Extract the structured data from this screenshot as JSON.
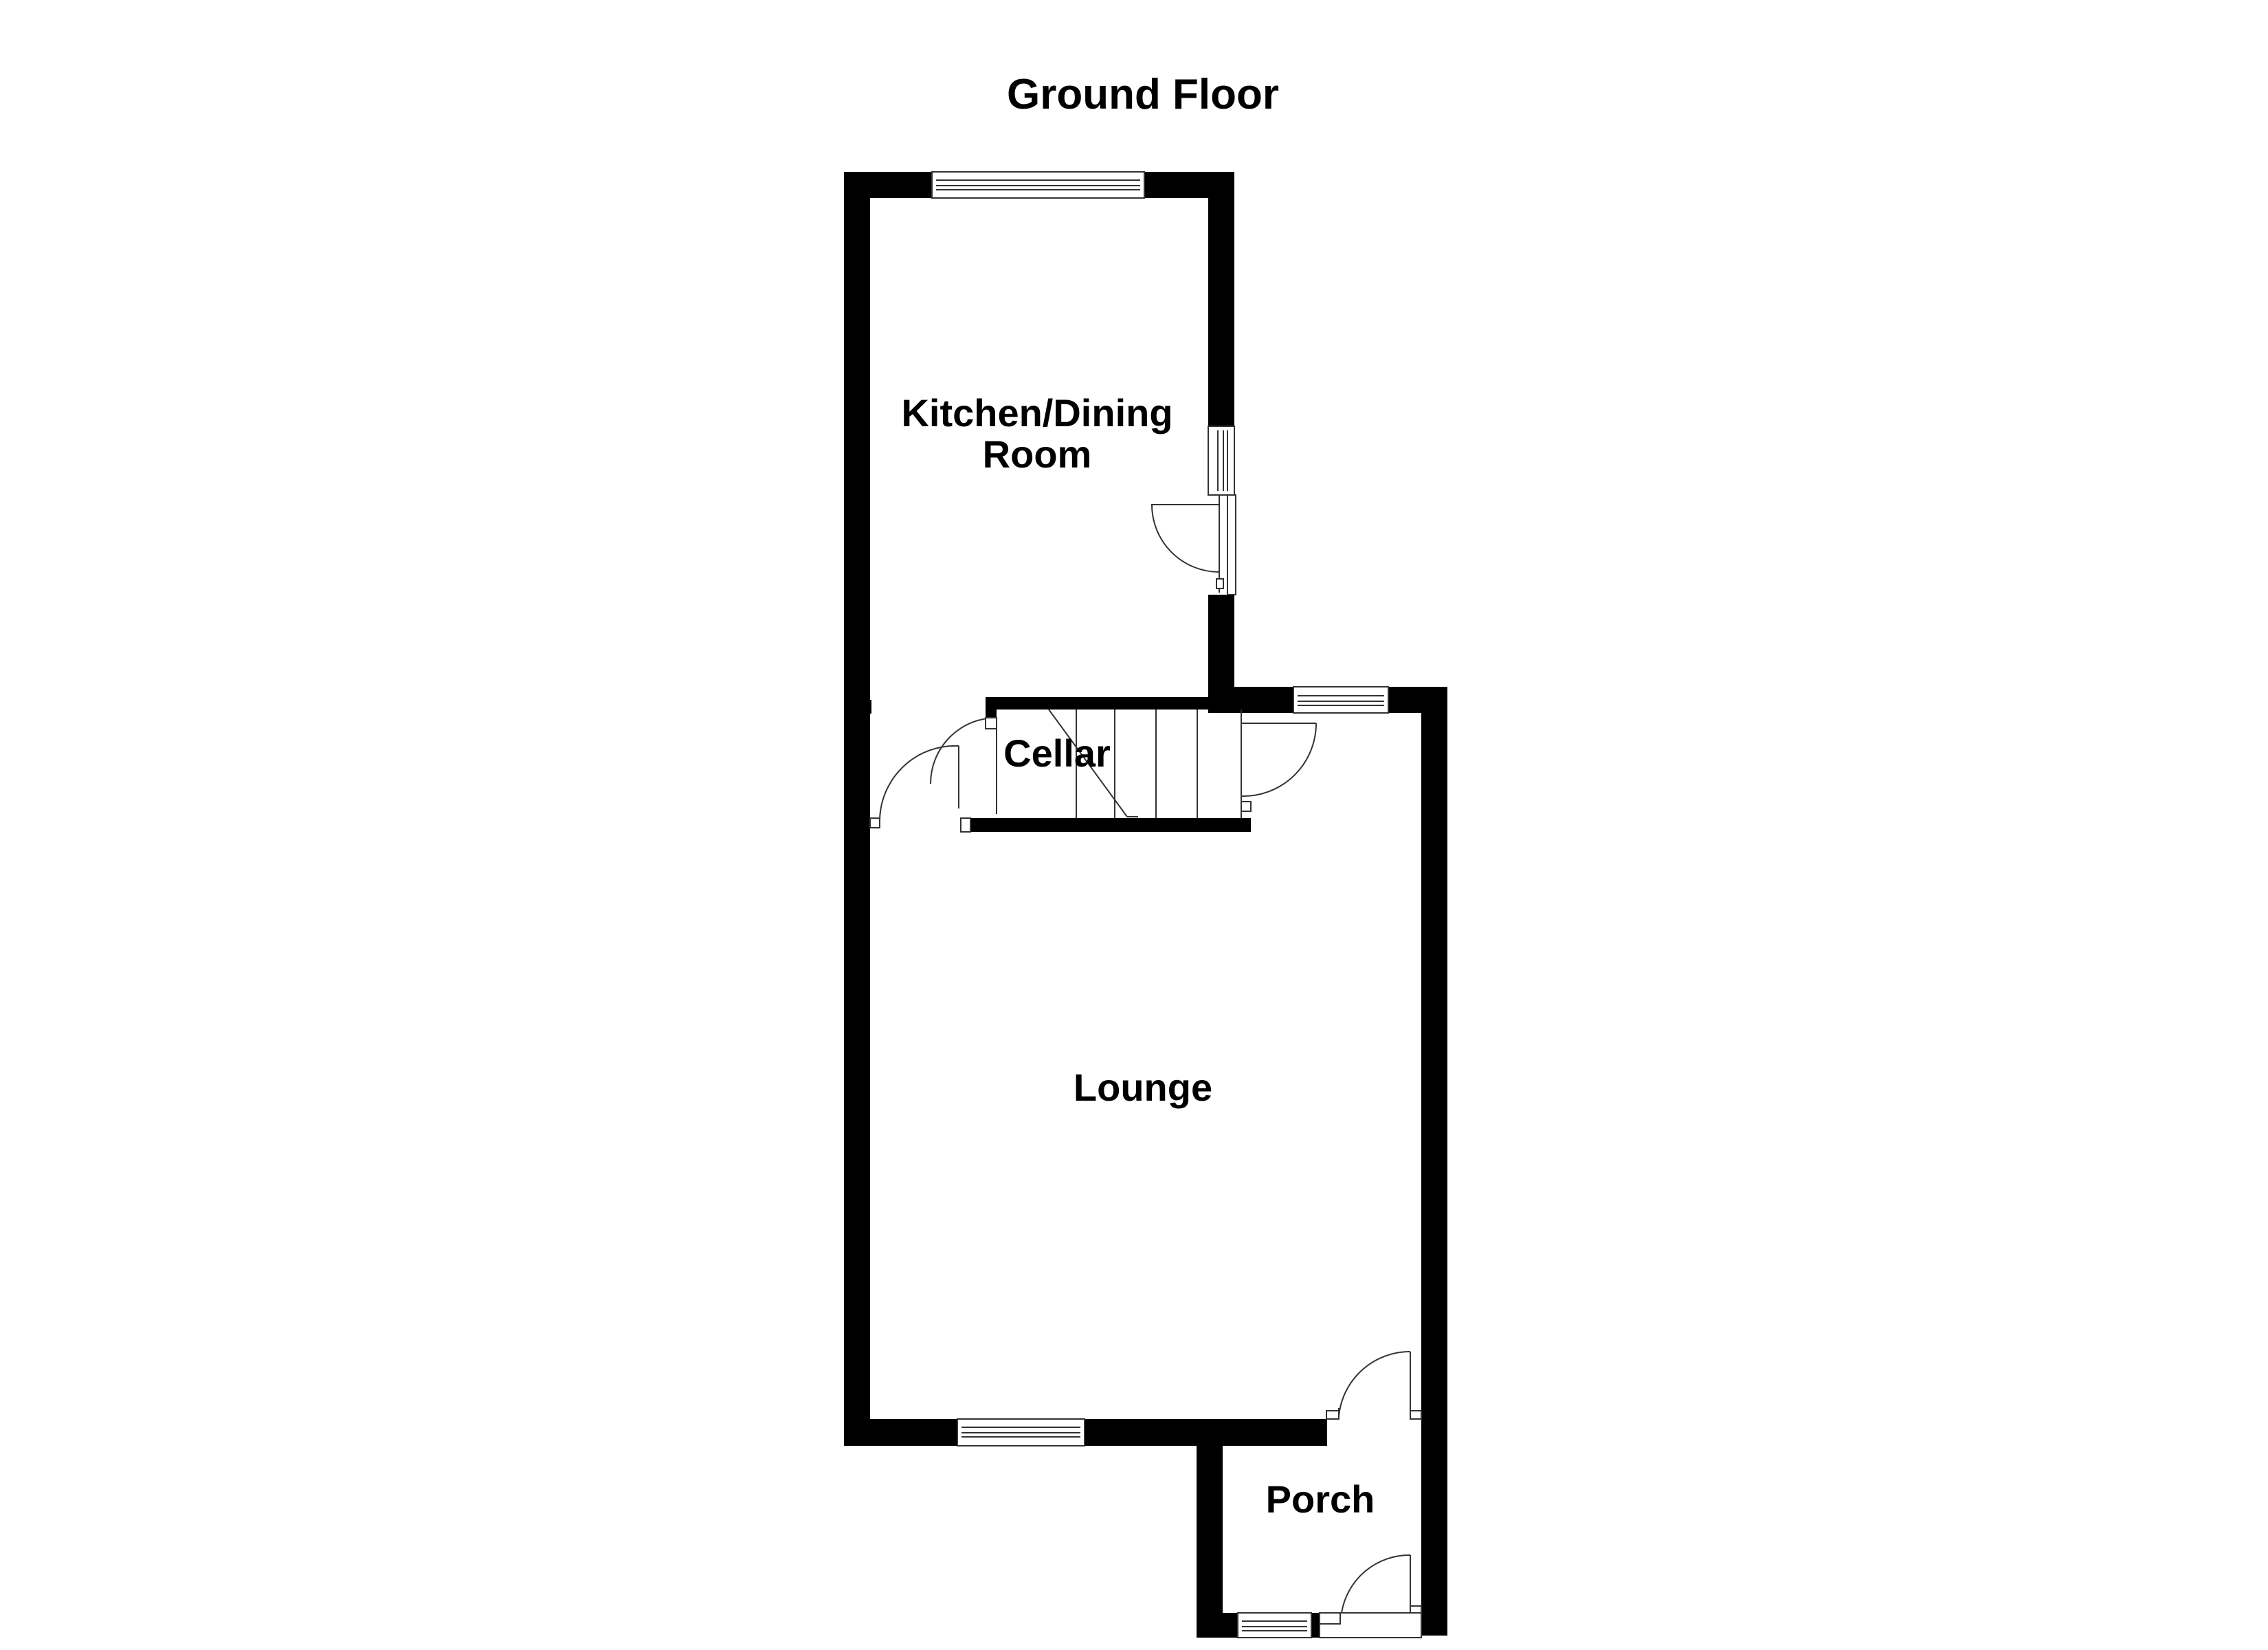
{
  "floor_title": "Ground Floor",
  "rooms": {
    "kitchen_line1": "Kitchen/Dining",
    "kitchen_line2": "Room",
    "cellar": "Cellar",
    "lounge": "Lounge",
    "porch": "Porch"
  },
  "colors": {
    "wall": "#000000",
    "fixture_stroke": "#333333",
    "background": "#ffffff"
  }
}
